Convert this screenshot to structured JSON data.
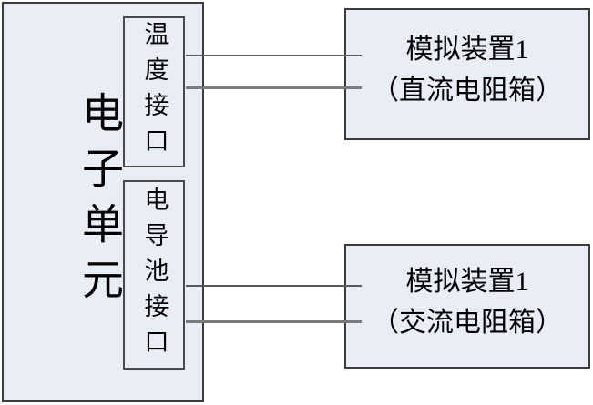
{
  "diagram": {
    "main_unit": {
      "label": "电子单元"
    },
    "ports": [
      {
        "id": "temperature-port",
        "label": "温度接口"
      },
      {
        "id": "conductivity-cell-port",
        "label": "电导池接口"
      }
    ],
    "devices": [
      {
        "line1": "模拟装置1",
        "line2": "（直流电阻箱）"
      },
      {
        "line1": "模拟装置1",
        "line2": "（交流电阻箱）"
      }
    ],
    "connectors": {
      "count": 4,
      "description": "two horizontal wires from each port box to its device box"
    },
    "colors": {
      "box_fill": "#E9EDF5",
      "outer_border": "#3C3C3C",
      "inner_border": "#4A4A4A",
      "connector_dark": "#595959",
      "connector_gray": "#7A7A7A",
      "text": "#000000",
      "background": "#FFFFFF"
    }
  }
}
